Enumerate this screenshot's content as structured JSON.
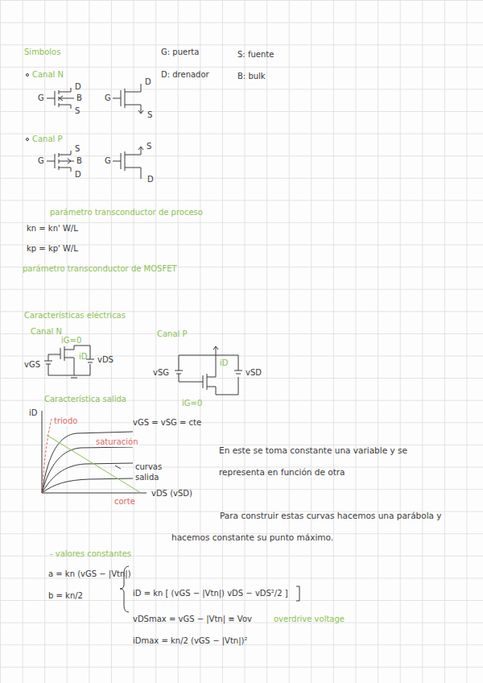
{
  "diagram": {
    "labels": [
      "Simbolos",
      "G: puerta",
      "S: fuente",
      "D: drenador",
      "B: bulk",
      "Canal N",
      "G",
      "D",
      "B",
      "S",
      "G",
      "D",
      "S",
      "Canal P",
      "G",
      "S",
      "B",
      "D",
      "G",
      "S",
      "D",
      "parámetro transconductor de proceso",
      "kn = kn' W/L",
      "kp = kp' W/L",
      "parámetro transconductor de MOSFET",
      "Características eléctricas",
      "Canal N",
      "Canal P",
      "iG=0",
      "iD",
      "vDS",
      "vGS",
      "iD",
      "vSG",
      "vSD",
      "iG=0",
      "Característica salida",
      "iD",
      "triodo",
      "vGS = vSG = cte",
      "saturación",
      "curvas salida",
      "corte",
      "vDS (vSD)",
      "En este se toma constante una variable y se representa en función de otra",
      "Para construir estas curvas hacemos una parábola y hacemos constante su punto máximo.",
      "- valores constantes",
      "a = kn (vGS − |Vtn|)",
      "b = kn/2",
      "iD = kn [ (vGS − |Vtn|) vDS − vDS²/2 ]",
      "vDSmax = vGS − |Vtn| ≡ Vov",
      "overdrive voltage",
      "iDmax = kn/2 (vGS − |Vtn|)²"
    ]
  }
}
